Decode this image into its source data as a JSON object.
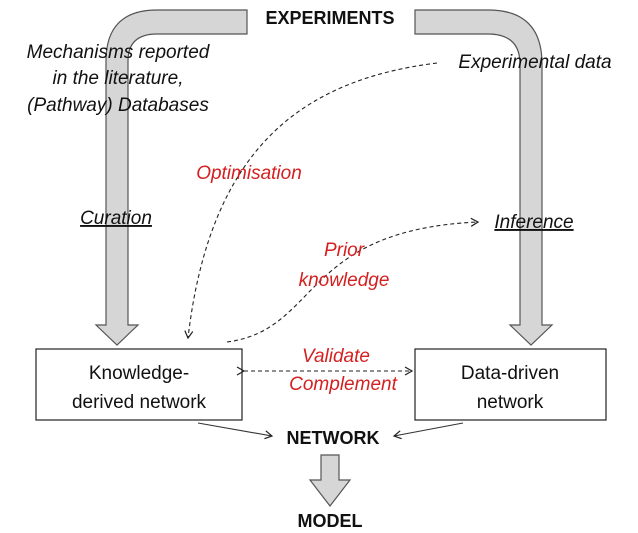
{
  "nodes": {
    "experiments": "EXPERIMENTS",
    "knowledge_network": [
      "Knowledge-",
      "derived network"
    ],
    "data_network": [
      "Data-driven",
      "network"
    ],
    "network": "NETWORK",
    "model": "MODEL"
  },
  "sources": {
    "literature": [
      "Mechanisms reported",
      "in the literature,",
      "(Pathway) Databases"
    ],
    "experimental_data": "Experimental data"
  },
  "processes": {
    "curation": "Curation",
    "inference": "Inference"
  },
  "relations": {
    "optimisation": "Optimisation",
    "prior_knowledge": [
      "Prior",
      "knowledge"
    ],
    "validate": "Validate",
    "complement": "Complement"
  },
  "colors": {
    "relation_text": "#d42020",
    "pipe_fill": "#d6d6d6",
    "pipe_stroke": "#555555",
    "text": "#111111"
  }
}
